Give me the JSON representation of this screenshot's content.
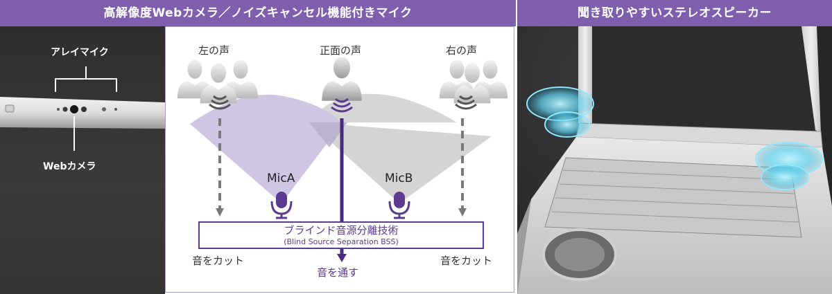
{
  "left_banner": "高解像度Webカメラ／ノイズキャンセル機能付きマイク",
  "right_banner": "聞き取りやすいステレオスピーカー",
  "camera_panel": {
    "array_mic_label": "アレイマイク",
    "webcam_label": "Webカメラ"
  },
  "diagram": {
    "left_voice": "左の声",
    "center_voice": "正面の声",
    "right_voice": "右の声",
    "mic_a": "MicA",
    "mic_b": "MicB",
    "bss_title": "ブラインド音源分離技術",
    "bss_subtitle": "(Blind Source Separation BSS)",
    "cut_left": "音をカット",
    "cut_right": "音をカット",
    "pass": "音を通す"
  },
  "colors": {
    "banner": "#7e5fae",
    "accent": "#5b3a8f",
    "left_fan": "#cfc6e4",
    "right_fan": "#d4d4d4",
    "speaker_glow": "#5fd4f0"
  },
  "icons": [
    "person-silhouette-icon",
    "sound-wave-icon",
    "microphone-icon",
    "dashed-arrow-icon"
  ]
}
